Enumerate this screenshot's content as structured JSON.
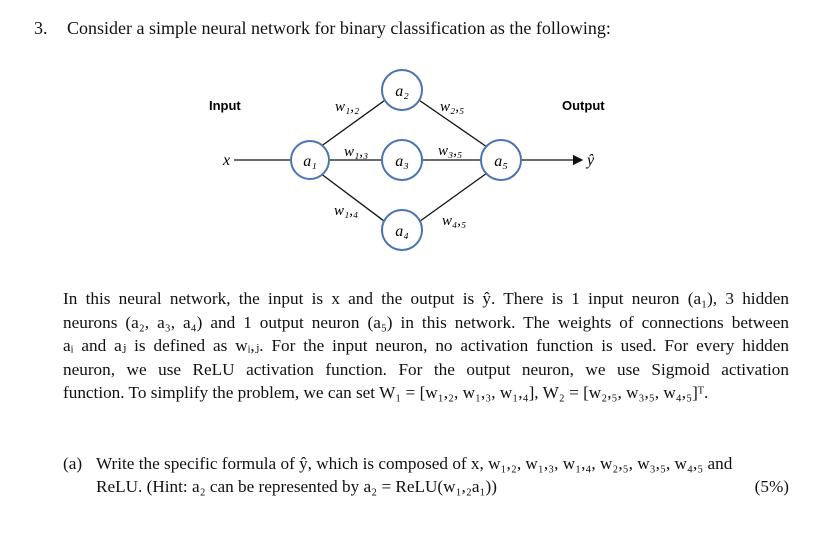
{
  "question": {
    "number": "3.",
    "text": "Consider a simple neural network for binary classification as the following:"
  },
  "diagram": {
    "input_label": "Input",
    "output_label": "Output",
    "input_symbol": "x",
    "output_symbol": "ŷ",
    "nodes": {
      "a1": "a₁",
      "a2": "a₂",
      "a3": "a₃",
      "a4": "a₄",
      "a5": "a₅"
    },
    "weights": {
      "w12": "w₁,₂",
      "w13": "w₁,₃",
      "w14": "w₁,₄",
      "w25": "w₂,₅",
      "w35": "w₃,₅",
      "w45": "w₄,₅"
    }
  },
  "paragraph": {
    "line1": "In this neural network, the input is x and the output is ŷ. There is 1 input neuron (a₁), 3 hidden",
    "line2": "neurons (a₂, a₃, a₄) and 1 output neuron (a₅) in this network. The weights of connections between",
    "line3": "aᵢ and aⱼ is defined as wᵢ,ⱼ. For the input neuron, no activation function is used. For every hidden",
    "line4": "neuron, we use ReLU activation function. For the output neuron, we use Sigmoid activation",
    "line5": "function. To simplify the problem, we can set W₁ = [w₁,₂, w₁,₃, w₁,₄], W₂ = [w₂,₅, w₃,₅, w₄,₅]ᵀ."
  },
  "subquestion": {
    "label": "(a)",
    "line1": "Write the specific formula of ŷ, which is composed of x, w₁,₂, w₁,₃, w₁,₄, w₂,₅, w₃,₅, w₄,₅ and",
    "line2": "ReLU. (Hint: a₂ can be represented by a₂ = ReLU(w₁,₂a₁))",
    "points": "(5%)"
  }
}
